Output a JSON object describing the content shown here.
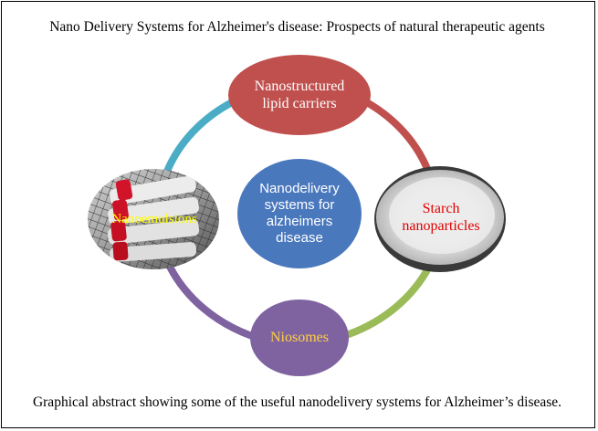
{
  "title": "Nano Delivery Systems for Alzheimer's disease: Prospects of natural therapeutic agents",
  "caption": "Graphical abstract showing some of the useful nanodelivery systems for Alzheimer’s disease.",
  "center": {
    "label": "Nanodelivery systems for alzheimers disease",
    "color": "#4a78bd"
  },
  "nodes": {
    "top": {
      "label": "Nanostructured lipid carriers",
      "color": "#c0504d",
      "text_color": "#ffffff"
    },
    "right": {
      "label": "Starch nanoparticles",
      "text_color": "#e00000"
    },
    "bottom": {
      "label": "Niosomes",
      "color": "#7f63a1",
      "text_color": "#ffd040"
    },
    "left": {
      "label": "Nanoemulsions",
      "text_color": "#ffff00"
    }
  },
  "arcs": {
    "top_left": "#4bacc6",
    "top_right": "#c0504d",
    "bottom_right": "#9bbb59",
    "bottom_left": "#7f63a1"
  }
}
